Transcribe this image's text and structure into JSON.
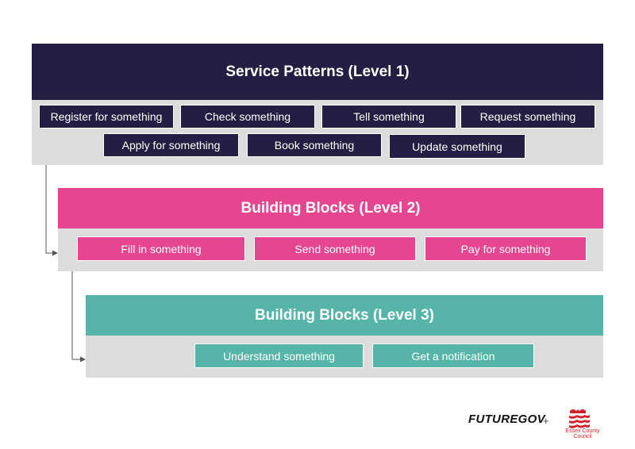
{
  "levels": [
    {
      "title": "Service Patterns (Level 1)",
      "items": [
        "Register for something",
        "Check something",
        "Tell something",
        "Request something",
        "Apply for something",
        "Book something",
        "Update something"
      ]
    },
    {
      "title": "Building Blocks (Level 2)",
      "items": [
        "Fill in something",
        "Send something",
        "Pay for something"
      ]
    },
    {
      "title": "Building Blocks (Level 3)",
      "items": [
        "Understand something",
        "Get a notification"
      ]
    }
  ],
  "footer": {
    "futuregov": "FUTUREGOV",
    "plus": "+",
    "essex": "Essex County Council"
  },
  "colors": {
    "level1": "#241f42",
    "level2": "#e5468f",
    "level3": "#56b5a8",
    "panel": "#dcdcdc"
  }
}
